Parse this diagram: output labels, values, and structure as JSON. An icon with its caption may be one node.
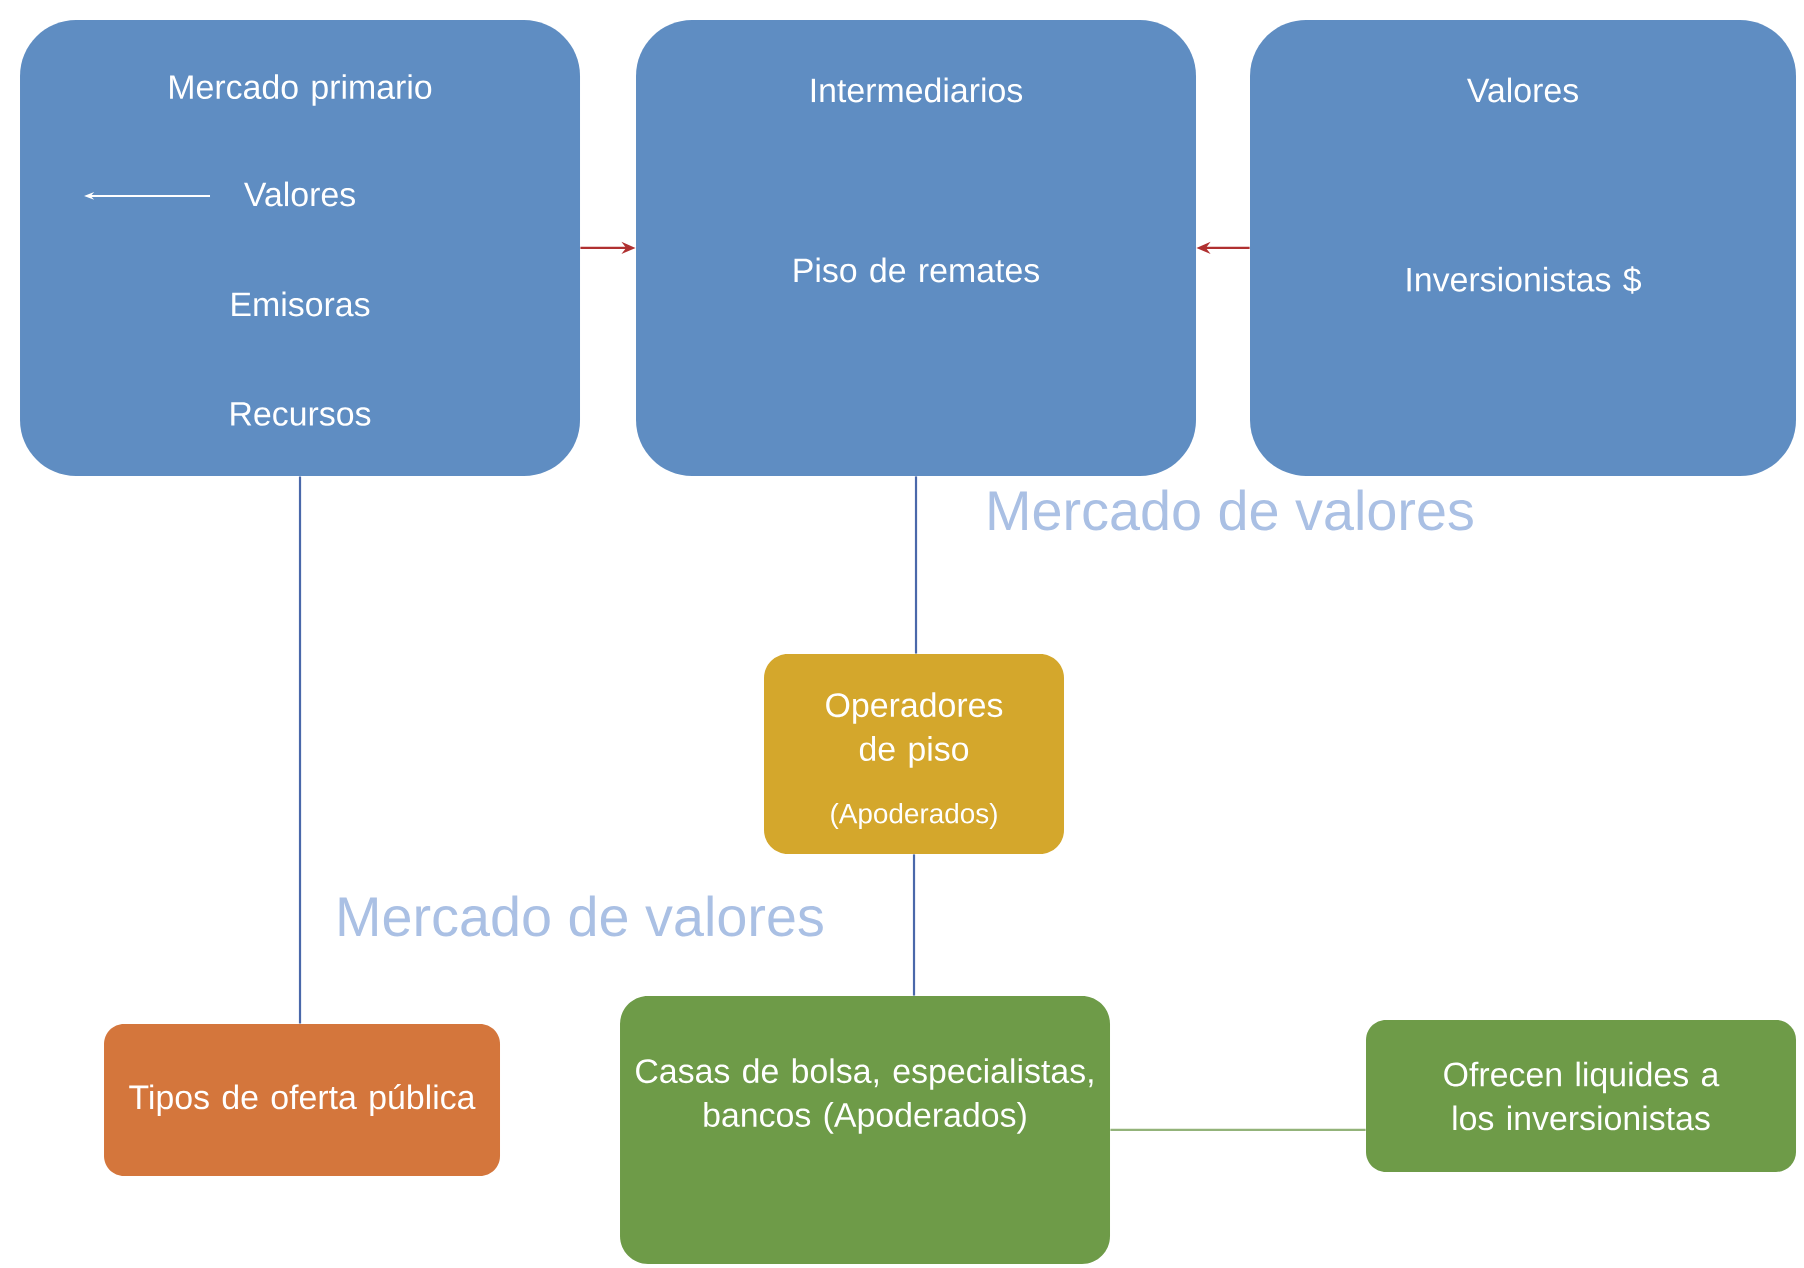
{
  "diagram": {
    "nodes": [
      {
        "text": [
          "Mercado primario",
          "Valores",
          "Emisoras",
          "Recursos"
        ]
      },
      {
        "text": [
          "Intermediarios",
          "Piso de remates"
        ]
      },
      {
        "text": [
          "Valores",
          "Inversionistas $"
        ]
      },
      {
        "text": [
          "Operadores de piso",
          "(Apoderados)"
        ]
      },
      {
        "text": [
          "Tipos de oferta pública"
        ]
      },
      {
        "text": [
          "Casas de bolsa, especialistas, bancos (Apoderados)"
        ]
      },
      {
        "text": [
          "Ofrecen liquides a los inversionistas"
        ]
      }
    ],
    "edges": [
      {
        "from": 0,
        "to": 1,
        "arrow": "to",
        "color": "#b03030"
      },
      {
        "from": 2,
        "to": 1,
        "arrow": "to",
        "color": "#b03030"
      },
      {
        "from": 0,
        "to": 4,
        "arrow": "none"
      },
      {
        "from": 1,
        "to": 3,
        "arrow": "none"
      },
      {
        "from": 3,
        "to": 5,
        "arrow": "none"
      },
      {
        "from": 5,
        "to": 6,
        "arrow": "none",
        "color": "#93b37a"
      }
    ],
    "labels": [
      "Mercado de valores",
      "Mercado de valores"
    ]
  }
}
